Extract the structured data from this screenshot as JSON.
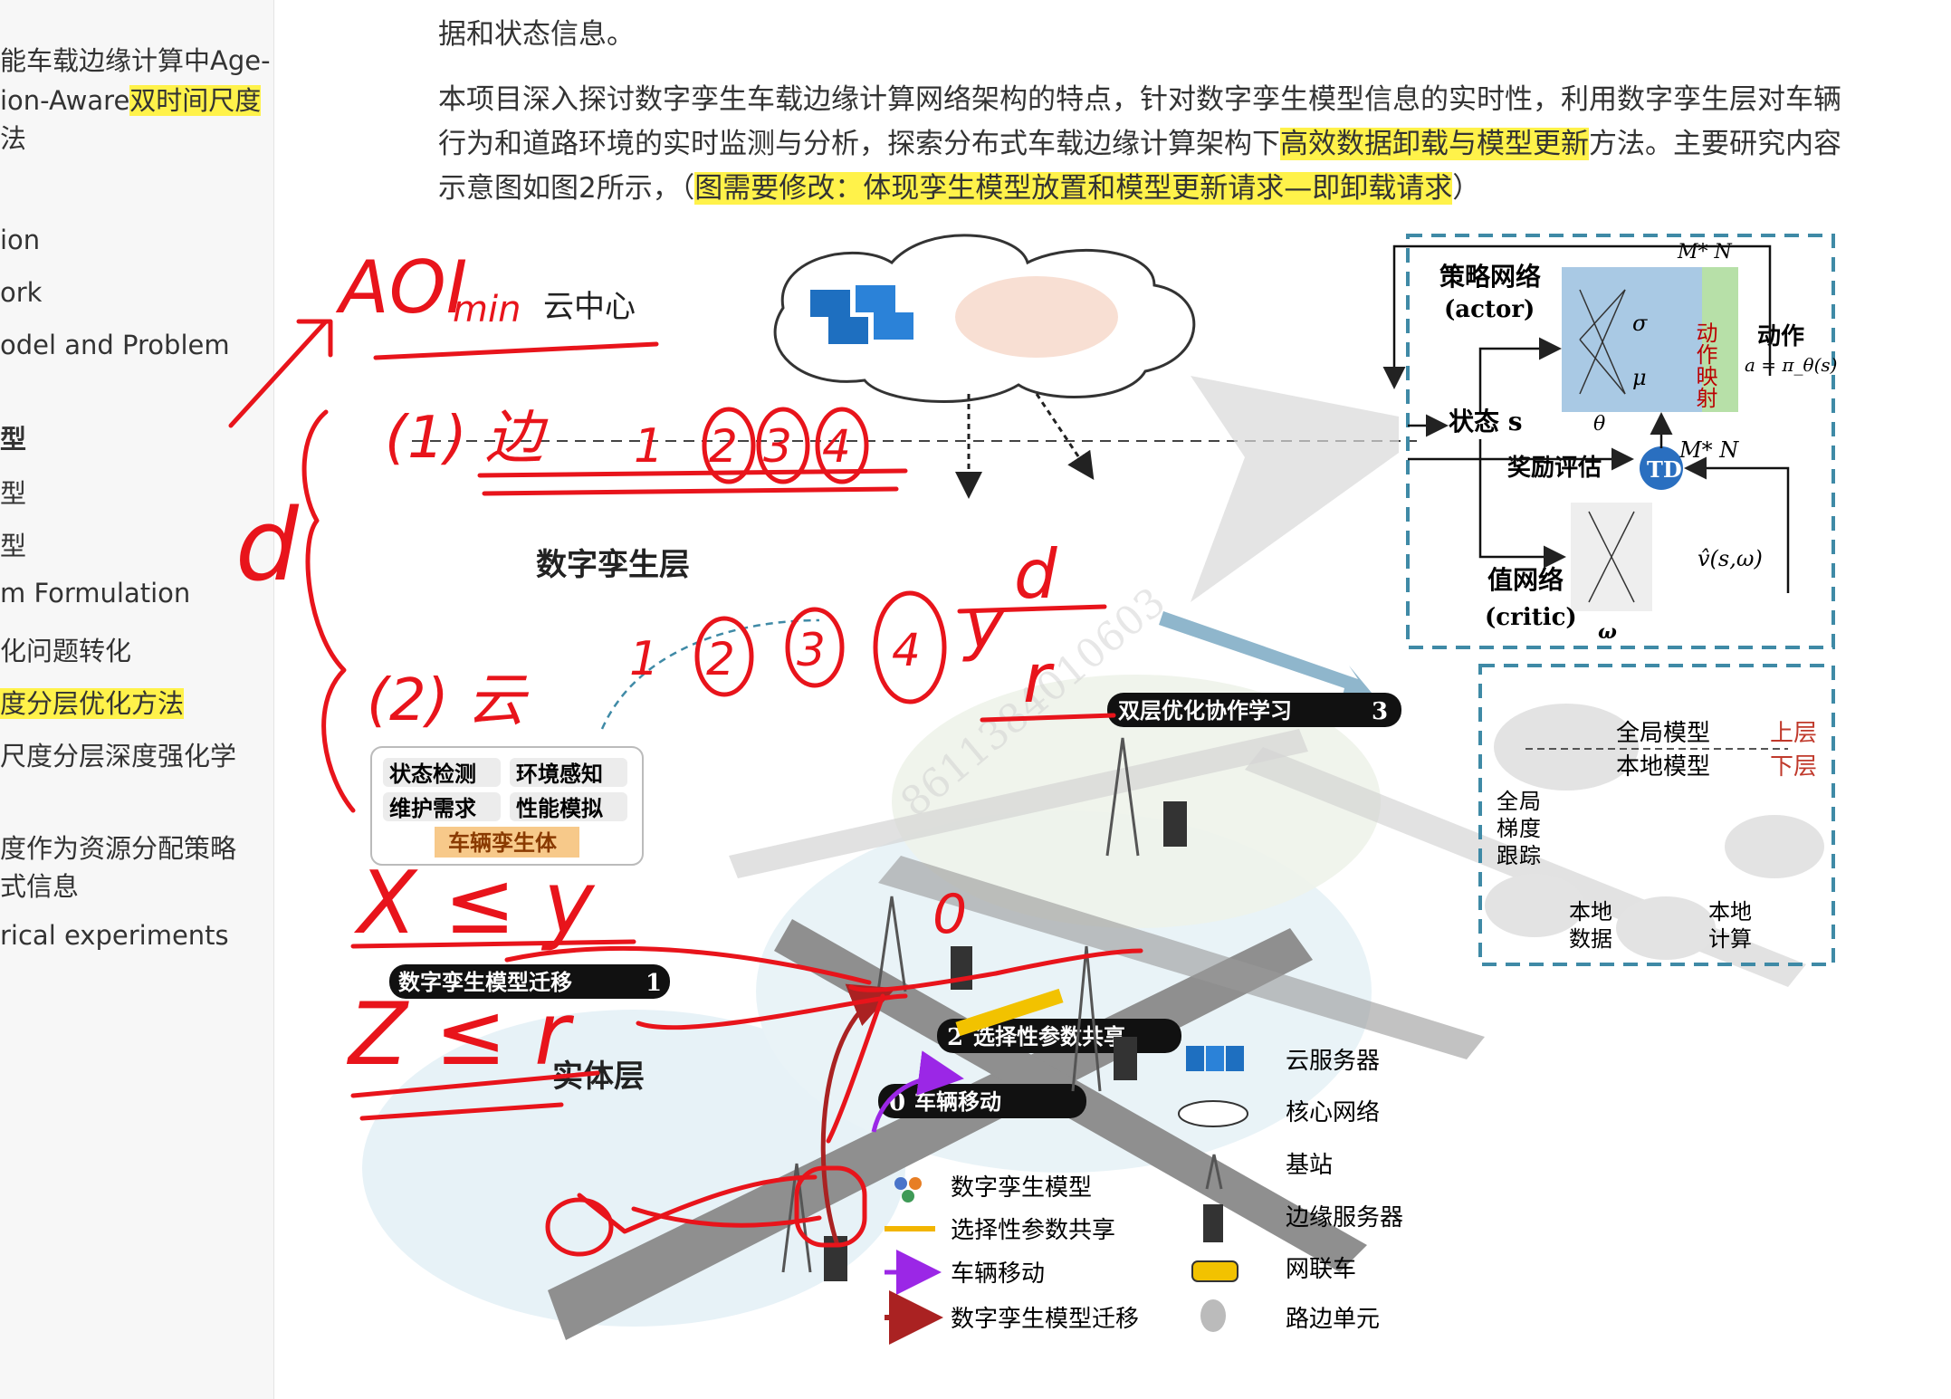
{
  "sidebar": {
    "items": [
      {
        "label": "能车载边缘计算中Age-",
        "highlight": ""
      },
      {
        "label": "ion-Aware",
        "highlight": "双时间尺度"
      },
      {
        "label": "法",
        "highlight": ""
      },
      {
        "label": "ion",
        "highlight": ""
      },
      {
        "label": "ork",
        "highlight": ""
      },
      {
        "label": "odel and Problem",
        "highlight": ""
      },
      {
        "label": "型",
        "highlight": ""
      },
      {
        "label": "型",
        "highlight": ""
      },
      {
        "label": "型",
        "highlight": ""
      },
      {
        "label": "m Formulation",
        "highlight": ""
      },
      {
        "label": "化问题转化",
        "highlight": ""
      },
      {
        "label": "",
        "highlight": "度分层优化方法"
      },
      {
        "label": "尺度分层深度强化学",
        "highlight": ""
      },
      {
        "label": "度作为资源分配策略",
        "highlight": ""
      },
      {
        "label": "式信息",
        "highlight": ""
      },
      {
        "label": "rical experiments",
        "highlight": ""
      }
    ]
  },
  "document": {
    "para0_line": "据和状态信息。",
    "para1": {
      "line1": "本项目深入探讨数字孪生车载边缘计算网络架构的特点，针对数字孪生模型信息的实时性，利用数字孪生层对车辆",
      "line2_a": "行为和道路环境的实时监测与分析，探索分布式车载边缘计算架构下",
      "line2_hl": "高效数据卸载与模型更新",
      "line2_b": "方法。主要研究内容",
      "line3_a": "示意图如图2所示，（",
      "line3_hl": "图需要修改：体现孪生模型放置和模型更新请求—即卸载请求",
      "line3_b": "）"
    }
  },
  "figure": {
    "layers": {
      "cloud": "云中心",
      "twin": "数字孪生层",
      "physical": "实体层"
    },
    "drl": {
      "actor_title": "策略网络",
      "actor_sub": "(actor)",
      "action_map": "动作映射",
      "action": "动作",
      "policy_formula": "a = π_θ(s)",
      "mn_top": "M* N",
      "mn_bottom": "M* N",
      "state": "状态 s",
      "reward": "奖励评估",
      "td": "TD",
      "critic_title": "值网络",
      "critic_sub": "(critic)",
      "value_formula": "v̂(s,ω)",
      "theta": "θ",
      "omega": "ω",
      "sigma": "σ",
      "mu": "μ"
    },
    "federated": {
      "global_model": "全局模型",
      "local_model": "本地模型",
      "upper": "上层",
      "lower": "下层",
      "gradient": [
        "全",
        "局",
        "梯",
        "度",
        "跟",
        "踪"
      ],
      "local_data": [
        "本地",
        "数据"
      ],
      "local_compute": [
        "本地",
        "计算"
      ]
    },
    "twin_box": {
      "items": [
        "状态检测",
        "环境感知",
        "维护需求",
        "性能模拟"
      ],
      "title": "车辆孪生体"
    },
    "steps": [
      {
        "num": "3",
        "label": "双层优化协作学习"
      },
      {
        "num": "1",
        "label": "数字孪生模型迁移"
      },
      {
        "num": "2",
        "label": "选择性参数共享"
      },
      {
        "num": "0",
        "label": "车辆移动"
      }
    ],
    "legend": [
      {
        "icon": "dt-model-icon",
        "label": "数字孪生模型"
      },
      {
        "icon": "param-share-icon",
        "label": "选择性参数共享"
      },
      {
        "icon": "vehicle-move-icon",
        "label": "车辆移动"
      },
      {
        "icon": "dt-migrate-icon",
        "label": "数字孪生模型迁移"
      },
      {
        "icon": "cloud-server-icon",
        "label": "云服务器"
      },
      {
        "icon": "core-network-icon",
        "label": "核心网络"
      },
      {
        "icon": "base-station-icon",
        "label": "基站"
      },
      {
        "icon": "edge-server-icon",
        "label": "边缘服务器"
      },
      {
        "icon": "connected-car-icon",
        "label": "网联车"
      },
      {
        "icon": "rsu-icon",
        "label": "路边单元"
      }
    ],
    "watermark": "8611384010603"
  },
  "annotations": {
    "aoi": "AOI",
    "min": "min",
    "edge_item": "(1) 边",
    "cloud_item": "(2) 云",
    "edge_nums": [
      "1",
      "2",
      "3",
      "4"
    ],
    "cloud_nums": [
      "1",
      "2",
      "3",
      "4"
    ],
    "d": "d",
    "y": "y",
    "r": "r",
    "ineq1": "X ≤ y",
    "ineq2": "Z ≤ r",
    "zero": "0"
  },
  "colors": {
    "highlight": "#fff24a",
    "ink": "#e8141b",
    "dash_box": "#3f8aa6"
  }
}
